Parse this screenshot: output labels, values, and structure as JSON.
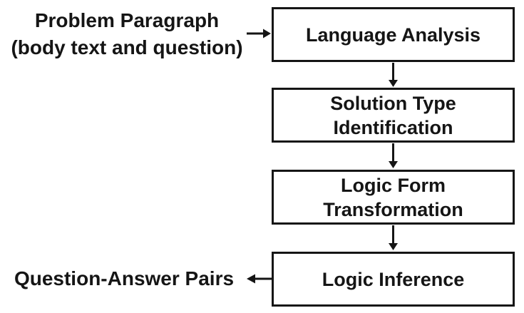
{
  "colors": {
    "line": "#151515",
    "background": "#ffffff"
  },
  "diagram": {
    "input_label": "Problem Paragraph\n(body text and question)",
    "output_label": "Question-Answer Pairs",
    "steps": [
      {
        "label": "Language Analysis"
      },
      {
        "label": "Solution Type\nIdentification"
      },
      {
        "label": "Logic Form\nTransformation"
      },
      {
        "label": "Logic Inference"
      }
    ]
  }
}
